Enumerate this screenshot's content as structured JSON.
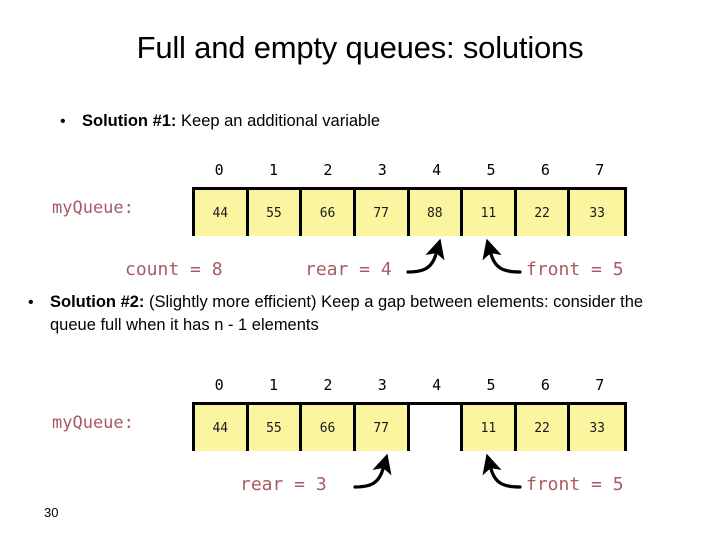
{
  "slide": {
    "title": "Full and empty queues: solutions",
    "number": "30"
  },
  "bullets": [
    {
      "marker": "•",
      "lead": "Solution #1:",
      "rest": " Keep an additional variable"
    },
    {
      "marker": "•",
      "lead": "Solution #2:",
      "rest": " (Slightly more efficient) Keep a gap between elements: consider the queue full when it has n - 1 elements"
    }
  ],
  "arrays": [
    {
      "label": "myQueue:",
      "indices": [
        "0",
        "1",
        "2",
        "3",
        "4",
        "5",
        "6",
        "7"
      ],
      "values": [
        "44",
        "55",
        "66",
        "77",
        "88",
        "11",
        "22",
        "33"
      ],
      "annotations": [
        {
          "name": "count",
          "text": "count = 8"
        },
        {
          "name": "rear",
          "text": "rear = 4"
        },
        {
          "name": "front",
          "text": "front = 5"
        }
      ],
      "pointers": {
        "rear_index": "4",
        "front_index": "5"
      }
    },
    {
      "label": "myQueue:",
      "indices": [
        "0",
        "1",
        "2",
        "3",
        "4",
        "5",
        "6",
        "7"
      ],
      "values": [
        "44",
        "55",
        "66",
        "77",
        "",
        "11",
        "22",
        "33"
      ],
      "annotations": [
        {
          "name": "rear",
          "text": "rear = 3"
        },
        {
          "name": "front",
          "text": "front = 5"
        }
      ],
      "pointers": {
        "rear_index": "3",
        "front_index": "5"
      }
    }
  ],
  "colors": {
    "cell_fill": "#fbf5a0",
    "cell_empty": "#ffffff",
    "cell_border": "#000000",
    "code_text": "#a85b63",
    "body_text": "#000000",
    "background": "#ffffff"
  }
}
